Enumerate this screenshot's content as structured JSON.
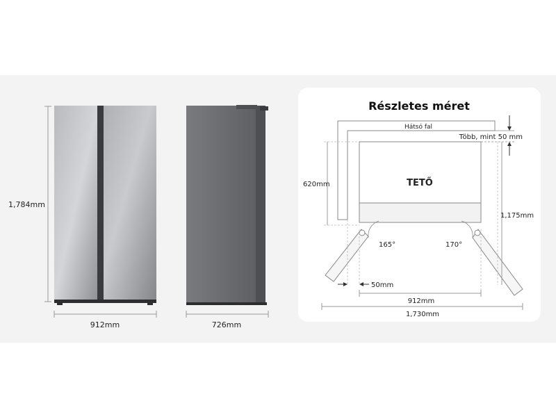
{
  "front_view": {
    "height_label": "1,784mm",
    "width_label": "912mm"
  },
  "side_view": {
    "depth_label": "726mm"
  },
  "detail": {
    "title": "Részletes méret",
    "rear_wall_label": "Hátsó fal",
    "clearance_label": "Több, mint 50 mm",
    "depth_label": "620mm",
    "top_label": "TETŐ",
    "open_depth_label": "1,175mm",
    "left_angle_label": "165°",
    "right_angle_label": "170°",
    "side_gap_label": "50mm",
    "body_width_label": "912mm",
    "open_width_label": "1,730mm"
  },
  "colors": {
    "band": "#f3f3f3",
    "door_light": "#c4c4c8",
    "door_dark": "#8e8f93",
    "side": "#6b6c70",
    "line": "#777777"
  }
}
